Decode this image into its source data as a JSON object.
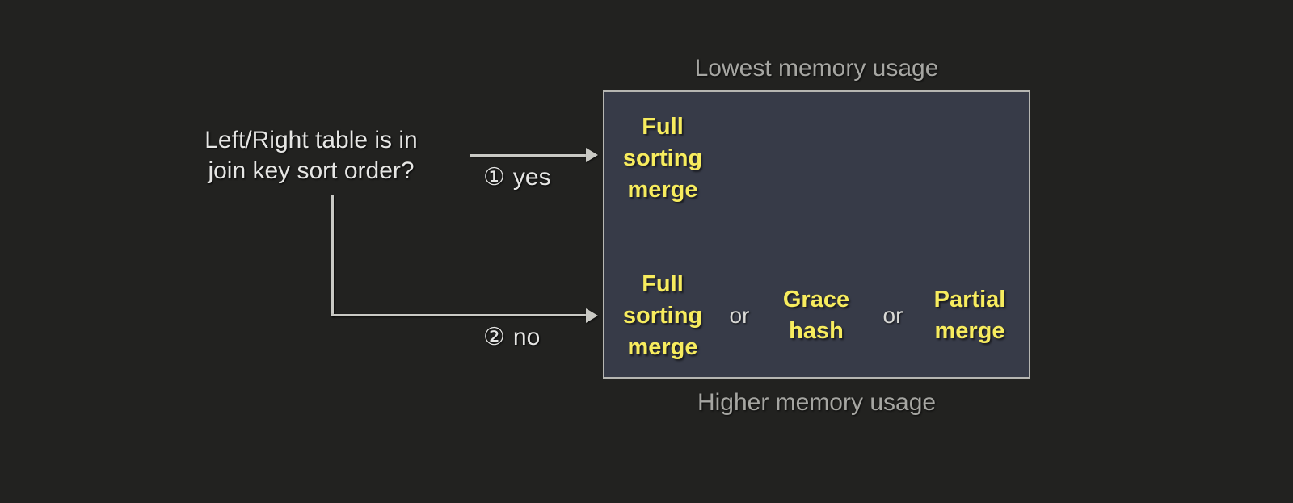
{
  "background_color": "#222220",
  "accent_color": "#f7ec5e",
  "box_fill_color": "#373b48",
  "box_border_color": "#b6b6b2",
  "question": {
    "text": "Left/Right table is in\njoin key sort order?"
  },
  "branches": [
    {
      "marker": "①",
      "label": "yes"
    },
    {
      "marker": "②",
      "label": "no"
    }
  ],
  "captions": {
    "top": "Lowest memory usage",
    "bottom": "Higher memory usage"
  },
  "results": {
    "yes_row": [
      {
        "type": "option",
        "text": "Full\nsorting\nmerge"
      }
    ],
    "no_row": [
      {
        "type": "option",
        "text": "Full\nsorting\nmerge"
      },
      {
        "type": "separator",
        "text": "or"
      },
      {
        "type": "option",
        "text": "Grace\nhash"
      },
      {
        "type": "separator",
        "text": "or"
      },
      {
        "type": "option",
        "text": "Partial\nmerge"
      }
    ]
  }
}
